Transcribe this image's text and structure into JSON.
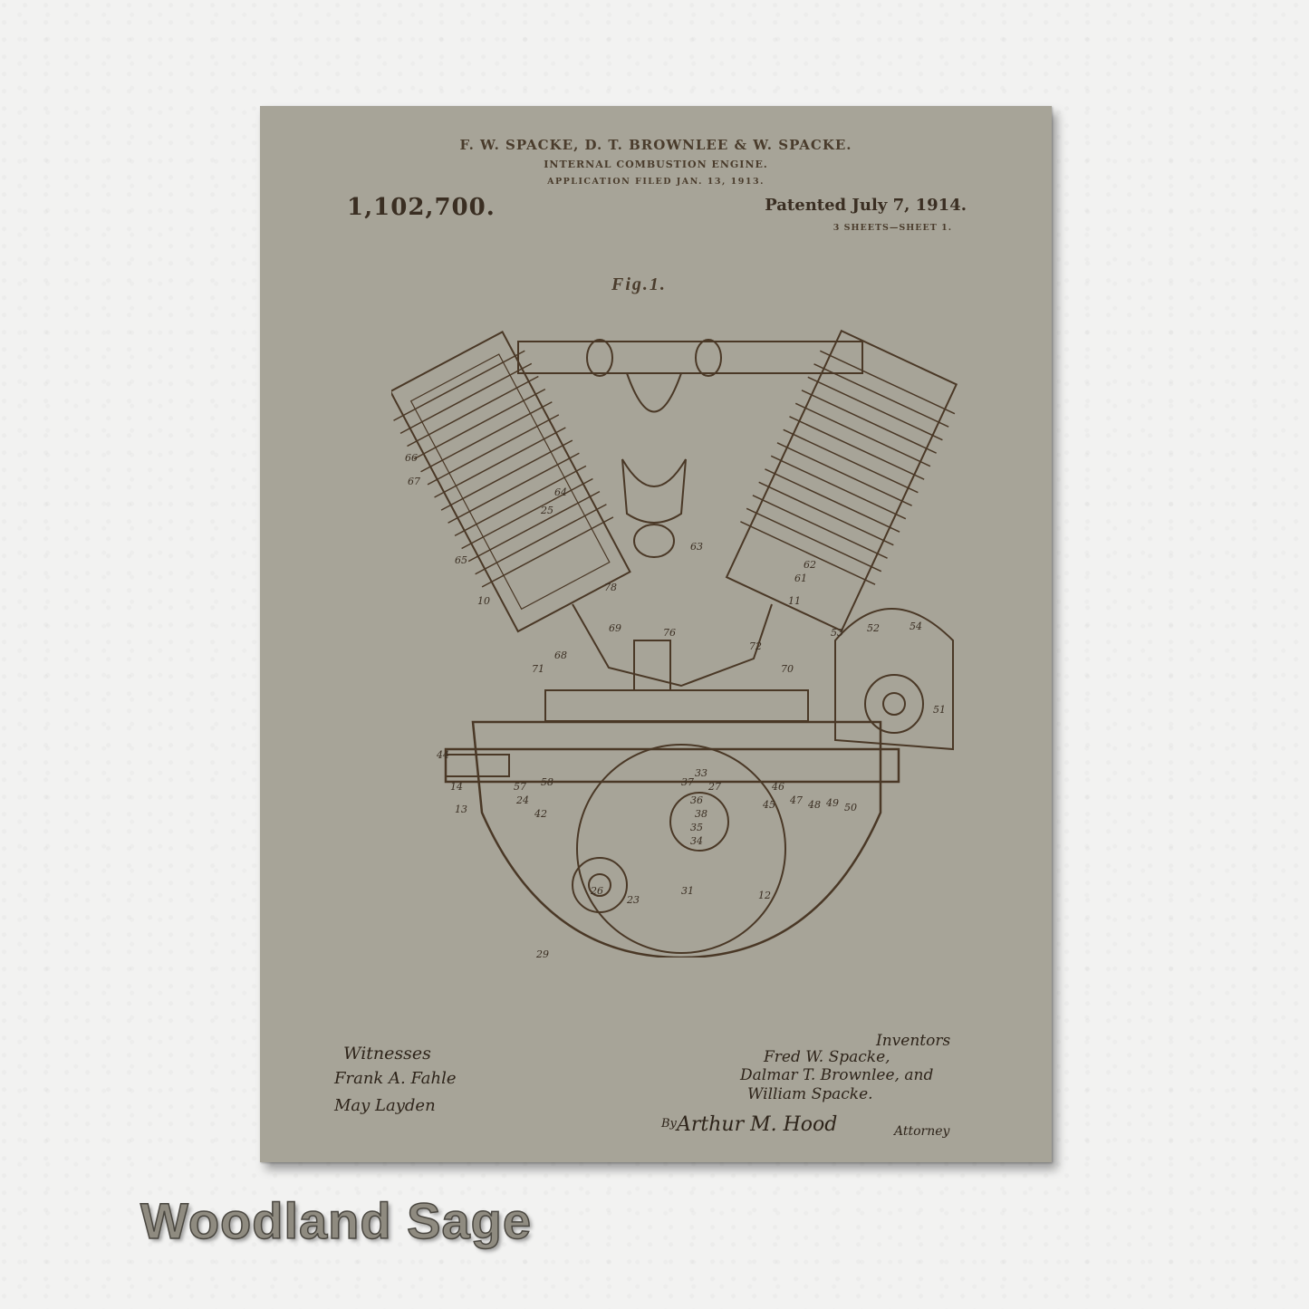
{
  "header": {
    "inventors_line": "F. W. SPACKE, D. T. BROWNLEE & W. SPACKE.",
    "title": "INTERNAL COMBUSTION ENGINE.",
    "application": "APPLICATION FILED JAN. 13, 1913."
  },
  "patent_number": "1,102,700.",
  "patent_date": "Patented July 7, 1914.",
  "sheets": "3 SHEETS—SHEET 1.",
  "figure_label": "Fig.1.",
  "signatures": {
    "witnesses_label": "Witnesses",
    "witness_1": "Frank A. Fahle",
    "witness_2": "May Layden",
    "inventors_label": "Inventors",
    "inventor_1": "Fred W. Spacke,",
    "inventor_2": "Dalmar T. Brownlee, and",
    "inventor_3": "William Spacke.",
    "by": "By",
    "attorney_name": "Arthur M. Hood",
    "attorney_label": "Attorney"
  },
  "ref_numbers": [
    "66",
    "67",
    "25",
    "64",
    "65",
    "10",
    "63",
    "11",
    "12",
    "62",
    "61",
    "78",
    "69",
    "76",
    "72",
    "70",
    "68",
    "71",
    "53",
    "52",
    "54",
    "51",
    "44",
    "14",
    "13",
    "57",
    "58",
    "24",
    "42",
    "37",
    "33",
    "36",
    "38",
    "35",
    "34",
    "27",
    "46",
    "47",
    "48",
    "49",
    "50",
    "45",
    "26",
    "23",
    "31",
    "29"
  ],
  "caption": "Woodland Sage",
  "colors": {
    "print_background": "#a7a498",
    "ink": "#3a2e22"
  }
}
